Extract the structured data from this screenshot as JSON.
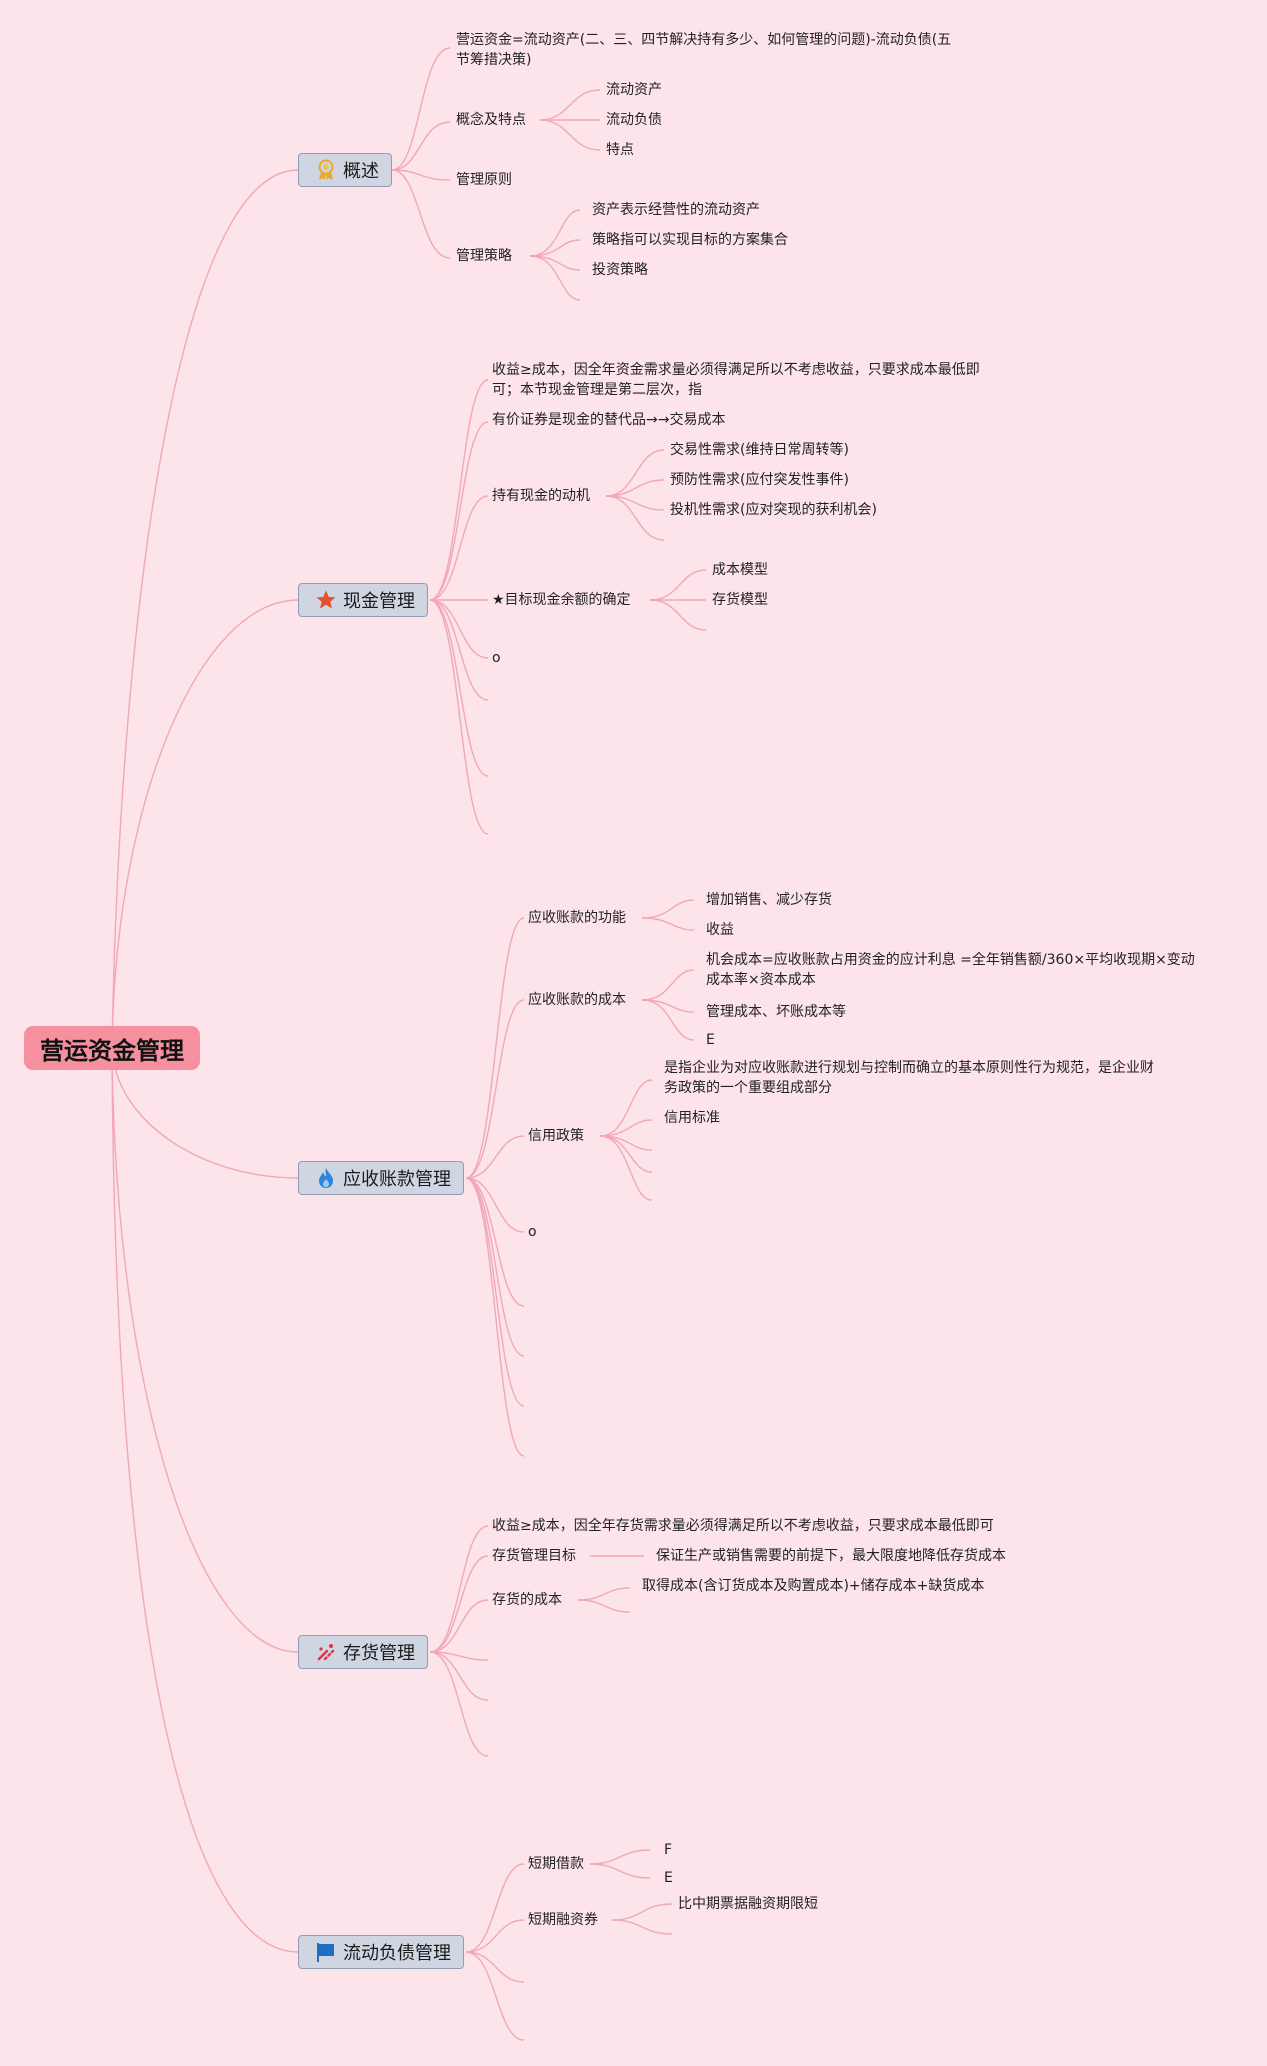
{
  "root": {
    "label": "营运资金管理"
  },
  "branches": {
    "overview": {
      "label": "概述",
      "icon": "award-ribbon-icon",
      "definition": "营运资金=流动资产(二、三、四节解决持有多少、如何管理的问题)-流动负债(五节筹措决策)",
      "concept": {
        "label": "概念及特点",
        "items": [
          "流动资产",
          "流动负债",
          "特点"
        ]
      },
      "principle": "管理原则",
      "strategy": {
        "label": "管理策略",
        "items": [
          "资产表示经营性的流动资产",
          "策略指可以实现目标的方案集合",
          "投资策略"
        ]
      }
    },
    "cash": {
      "label": "现金管理",
      "icon": "star-icon",
      "note": "收益≥成本，因全年资金需求量必须得满足所以不考虑收益，只要求成本最低即可；本节现金管理是第二层次，指",
      "securities": "有价证券是现金的替代品→→交易成本",
      "motives": {
        "label": "持有现金的动机",
        "items": [
          "交易性需求(维持日常周转等)",
          "预防性需求(应付突发性事件)",
          "投机性需求(应对突现的获利机会)"
        ]
      },
      "target": {
        "label": "★目标现金余额的确定",
        "items": [
          "成本模型",
          "存货模型"
        ]
      },
      "other": "o"
    },
    "receivable": {
      "label": "应收账款管理",
      "icon": "flame-icon",
      "function": {
        "label": "应收账款的功能",
        "items": [
          "增加销售、减少存货",
          "收益"
        ]
      },
      "cost": {
        "label": "应收账款的成本",
        "items": [
          "机会成本=应收账款占用资金的应计利息 =全年销售额/360×平均收现期×变动成本率×资本成本",
          "管理成本、坏账成本等",
          "E"
        ]
      },
      "credit": {
        "label": "信用政策",
        "items": [
          "是指企业为对应收账款进行规划与控制而确立的基本原则性行为规范，是企业财务政策的一个重要组成部分",
          "信用标准"
        ]
      },
      "other": "o"
    },
    "inventory": {
      "label": "存货管理",
      "icon": "tools-icon",
      "note": "收益≥成本，因全年存货需求量必须得满足所以不考虑收益，只要求成本最低即可",
      "goal": {
        "label": "存货管理目标",
        "detail": "保证生产或销售需要的前提下，最大限度地降低存货成本"
      },
      "cost": {
        "label": "存货的成本",
        "detail": "取得成本(含订货成本及购置成本)+储存成本+缺货成本"
      }
    },
    "liability": {
      "label": "流动负债管理",
      "icon": "flag-icon",
      "shortloan": {
        "label": "短期借款",
        "items": [
          "F",
          "E"
        ]
      },
      "financing": {
        "label": "短期融资券",
        "detail": "比中期票据融资期限短"
      }
    }
  },
  "colors": {
    "background": "#fde4ea",
    "root": "#f6909f",
    "branch_fill": "#cfd6e2",
    "branch_border": "#8f9db5",
    "connector": "#f2a7b6"
  }
}
